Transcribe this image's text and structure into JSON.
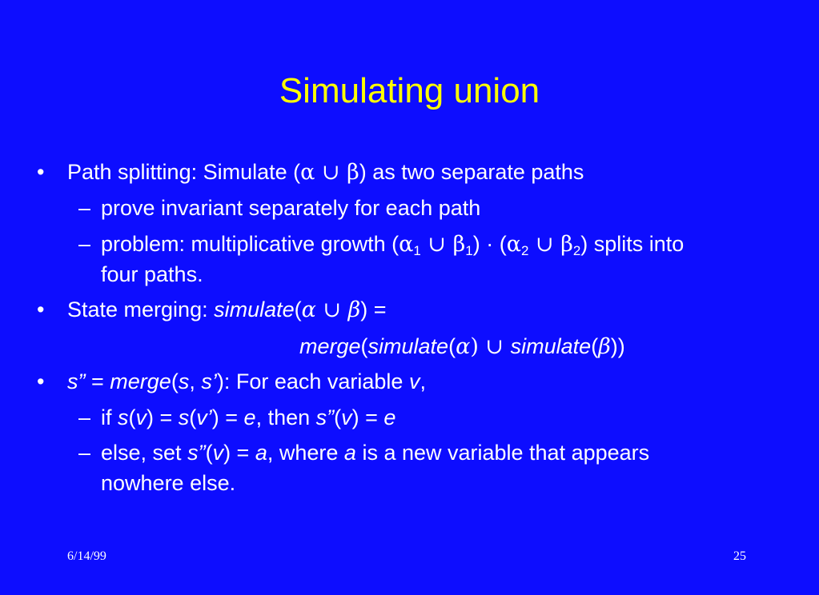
{
  "slide": {
    "title": "Simulating union",
    "bullet_char": "•",
    "dash_char": "–",
    "lines": {
      "b1": {
        "t1": "Path splitting:  Simulate (",
        "alpha": "α",
        "union": " ∪ ",
        "beta": "β",
        "t2": ") as two separate paths"
      },
      "s1": "prove invariant separately for each path",
      "s2": {
        "t1": "problem: multiplicative growth (",
        "alpha": "α",
        "sub1": "1",
        "union": " ∪ ",
        "beta": "β",
        "sub2": "1",
        "t2": ") · (",
        "alpha2": "α",
        "sub3": "2",
        "union2": " ∪ ",
        "beta2": "β",
        "sub4": "2",
        "t3": ") splits into",
        "cont": "four paths."
      },
      "b2": {
        "t1": "State merging: ",
        "simulate": "simulate",
        "t2": "(",
        "alpha": "α",
        "union": " ∪ ",
        "beta": "β",
        "t3": ") ="
      },
      "b2cont": {
        "merge": "merge",
        "t1": "(",
        "simulate1": "simulate",
        "t2": "(",
        "alpha": "α",
        "t3": ") ∪ ",
        "simulate2": "simulate",
        "t4": "(",
        "beta": "β",
        "t5": "))"
      },
      "b3": {
        "s2": "s”",
        "eq": " = ",
        "merge": "merge",
        "t1": "(",
        "s": "s",
        "comma": ", ",
        "s1": "s’",
        "t2": "):  For each variable ",
        "v": "v",
        "t3": ","
      },
      "s3": {
        "t1": "if ",
        "s": "s",
        "p1": "(",
        "v": "v",
        "p2": ") = ",
        "s_b": "s",
        "p3": "(",
        "v1": "v’",
        "p4": ") = ",
        "e": "e",
        "t2": ", then ",
        "s2": "s”",
        "p5": "(",
        "v_b": "v",
        "p6": ") = ",
        "e2": "e"
      },
      "s4": {
        "t1": "else, set ",
        "s2": "s”",
        "p1": "(",
        "v": "v",
        "p2": ") = ",
        "a": "a",
        "t2": ", where ",
        "a2": "a",
        "t3": " is a new variable that appears",
        "cont": "nowhere else."
      }
    }
  },
  "footer": {
    "date": "6/14/99",
    "page": "25"
  }
}
